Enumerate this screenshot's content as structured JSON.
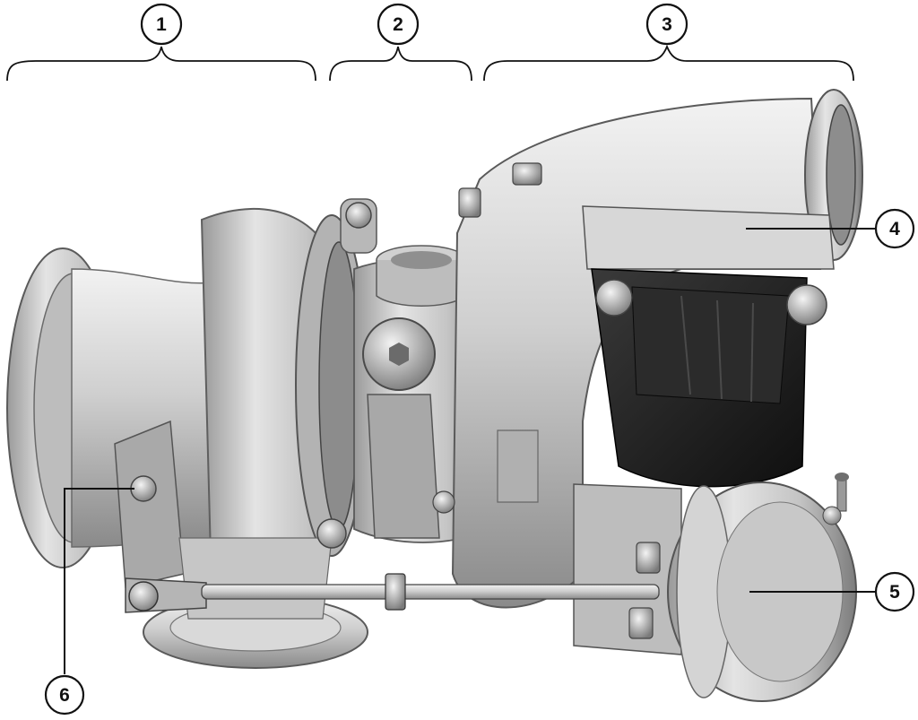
{
  "figure": {
    "callouts": [
      {
        "id": "1",
        "label": "1"
      },
      {
        "id": "2",
        "label": "2"
      },
      {
        "id": "3",
        "label": "3"
      },
      {
        "id": "4",
        "label": "4"
      },
      {
        "id": "5",
        "label": "5"
      },
      {
        "id": "6",
        "label": "6"
      }
    ],
    "colors": {
      "metal_light": "#e6e6e6",
      "metal_mid": "#b9b9b9",
      "metal_dark": "#6f6f6f",
      "actuator_black": "#1c1c1c",
      "line": "#111111"
    }
  }
}
